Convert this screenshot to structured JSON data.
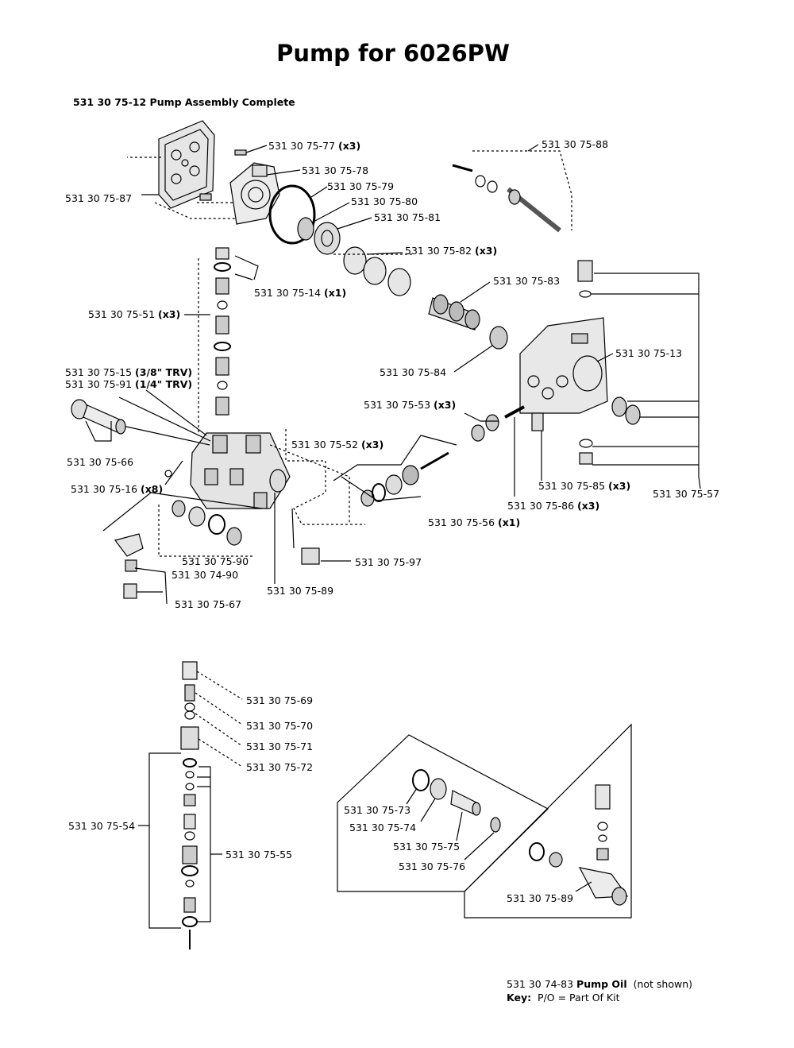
{
  "title": "Pump for 6026PW",
  "assembly": {
    "part": "531 30 75-12",
    "desc": "Pump Assembly Complete"
  },
  "labels": [
    {
      "id": "l77",
      "part": "531 30 75-77",
      "qty": "(x3)"
    },
    {
      "id": "l78",
      "part": "531 30 75-78",
      "qty": ""
    },
    {
      "id": "l79",
      "part": "531 30 75-79",
      "qty": ""
    },
    {
      "id": "l80",
      "part": "531 30 75-80",
      "qty": ""
    },
    {
      "id": "l81",
      "part": "531 30 75-81",
      "qty": ""
    },
    {
      "id": "l87",
      "part": "531 30 75-87",
      "qty": ""
    },
    {
      "id": "l88",
      "part": "531 30 75-88",
      "qty": ""
    },
    {
      "id": "l82",
      "part": "531 30 75-82",
      "qty": "(x3)"
    },
    {
      "id": "l14",
      "part": "531 30 75-14",
      "qty": "(x1)"
    },
    {
      "id": "l83",
      "part": "531 30 75-83",
      "qty": ""
    },
    {
      "id": "l51",
      "part": "531 30 75-51",
      "qty": "(x3)"
    },
    {
      "id": "l13",
      "part": "531 30 75-13",
      "qty": ""
    },
    {
      "id": "l84",
      "part": "531 30 75-84",
      "qty": ""
    },
    {
      "id": "l15",
      "part": "531 30 75-15",
      "qty": "(3/8\" TRV)"
    },
    {
      "id": "l91",
      "part": "531 30 75-91",
      "qty": "(1/4\" TRV)"
    },
    {
      "id": "l53",
      "part": "531 30 75-53",
      "qty": "(x3)"
    },
    {
      "id": "l52",
      "part": "531 30 75-52",
      "qty": "(x3)"
    },
    {
      "id": "l66",
      "part": "531 30 75-66",
      "qty": ""
    },
    {
      "id": "l16",
      "part": "531 30 75-16",
      "qty": "(x8)"
    },
    {
      "id": "l85",
      "part": "531 30 75-85",
      "qty": "(x3)"
    },
    {
      "id": "l57",
      "part": "531 30 75-57",
      "qty": ""
    },
    {
      "id": "l86",
      "part": "531 30 75-86",
      "qty": "(x3)"
    },
    {
      "id": "l56",
      "part": "531 30 75-56",
      "qty": "(x1)"
    },
    {
      "id": "l90a",
      "part": "531 30 75-90",
      "qty": ""
    },
    {
      "id": "l90b",
      "part": "531 30 74-90",
      "qty": ""
    },
    {
      "id": "l97",
      "part": "531 30 75-97",
      "qty": ""
    },
    {
      "id": "l89",
      "part": "531 30 75-89",
      "qty": ""
    },
    {
      "id": "l67",
      "part": "531 30 75-67",
      "qty": ""
    },
    {
      "id": "l69",
      "part": "531 30 75-69",
      "qty": ""
    },
    {
      "id": "l70",
      "part": "531 30 75-70",
      "qty": ""
    },
    {
      "id": "l71",
      "part": "531 30 75-71",
      "qty": ""
    },
    {
      "id": "l72",
      "part": "531 30 75-72",
      "qty": ""
    },
    {
      "id": "l54",
      "part": "531 30 75-54",
      "qty": ""
    },
    {
      "id": "l55",
      "part": "531 30 75-55",
      "qty": ""
    },
    {
      "id": "l73",
      "part": "531 30 75-73",
      "qty": ""
    },
    {
      "id": "l74",
      "part": "531 30 75-74",
      "qty": ""
    },
    {
      "id": "l75",
      "part": "531 30 75-75",
      "qty": ""
    },
    {
      "id": "l76",
      "part": "531 30 75-76",
      "qty": ""
    },
    {
      "id": "l89b",
      "part": "531 30 75-89",
      "qty": ""
    }
  ],
  "notes": {
    "oil_part": "531 30 74-83",
    "oil_desc": "Pump Oil",
    "oil_extra": "(not shown)",
    "key_label": "Key:",
    "key_text": "P/O = Part Of Kit"
  }
}
